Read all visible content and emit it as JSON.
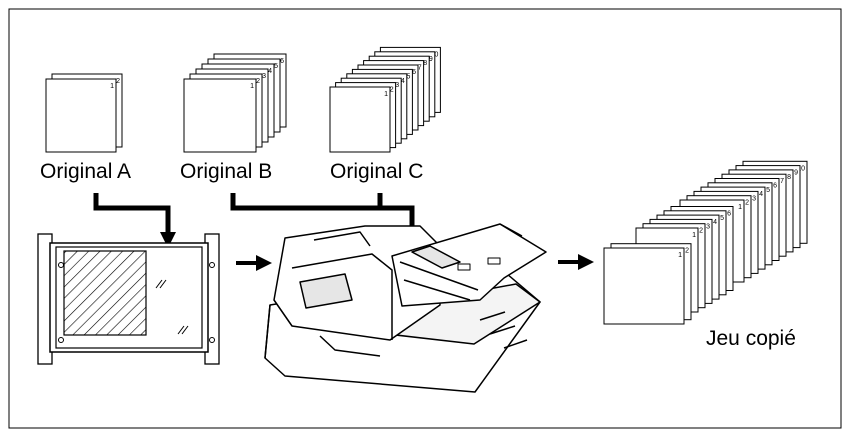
{
  "labels": {
    "original_a": "Original A",
    "original_b": "Original B",
    "original_c": "Original C",
    "copy_set": "Jeu copié"
  },
  "stacks": {
    "original_a_pages": [
      "1",
      "2"
    ],
    "original_b_pages": [
      "1",
      "2",
      "3",
      "4",
      "5",
      "6"
    ],
    "original_c_pages": [
      "1",
      "2",
      "3",
      "4",
      "5",
      "6",
      "7",
      "8",
      "9",
      "10"
    ],
    "output_set_a_pages": [
      "1",
      "2"
    ],
    "output_set_b_pages": [
      "1",
      "2",
      "3",
      "4",
      "5",
      "6"
    ],
    "output_set_c_pages": [
      "1",
      "2",
      "3",
      "4",
      "5",
      "6",
      "7",
      "8",
      "9",
      "10"
    ]
  },
  "colors": {
    "line": "#000000",
    "paper": "#ffffff",
    "machine_shade": "#e6e6e6"
  },
  "icons": {
    "arrow_to_glass": "arrow-down-icon",
    "arrow_to_feeder": "arrow-right-icon",
    "arrow_to_output": "arrow-right-icon"
  }
}
